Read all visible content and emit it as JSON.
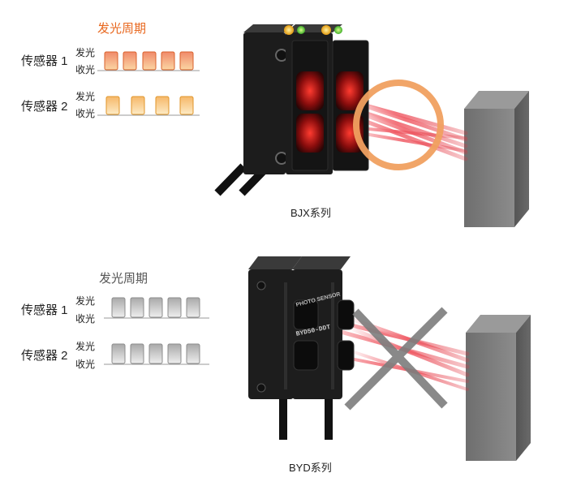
{
  "colors": {
    "accent_orange": "#e8671e",
    "active_pulse_top": "#f4a07a",
    "active_pulse_bottom": "#f9c98a",
    "inactive_pulse": "#c9c9c9",
    "baseline": "#9a9a9a",
    "beam": "#e0505a",
    "cross": "#7a7a7a",
    "sensor_body": "#1d1d1d",
    "target_block": "#7a7a7a"
  },
  "top_panel": {
    "period_title": "发光周期",
    "sensor1": {
      "label": "传感器 1",
      "emit_label": "发光",
      "recv_label": "收光"
    },
    "sensor2": {
      "label": "传感器 2",
      "emit_label": "发光",
      "recv_label": "收光"
    },
    "caption": "BJX系列",
    "sensor1_pulses": 5,
    "sensor2_pulses": 4
  },
  "bottom_panel": {
    "period_title": "发光周期",
    "sensor1": {
      "label": "传感器 1",
      "emit_label": "发光",
      "recv_label": "收光"
    },
    "sensor2": {
      "label": "传感器 2",
      "emit_label": "发光",
      "recv_label": "收光"
    },
    "caption": "BYD系列",
    "sensor1_pulses": 5,
    "sensor2_pulses": 5,
    "device_text_brand": "PHOTO SENSOR",
    "device_text_model": "BYD50-DDT"
  }
}
